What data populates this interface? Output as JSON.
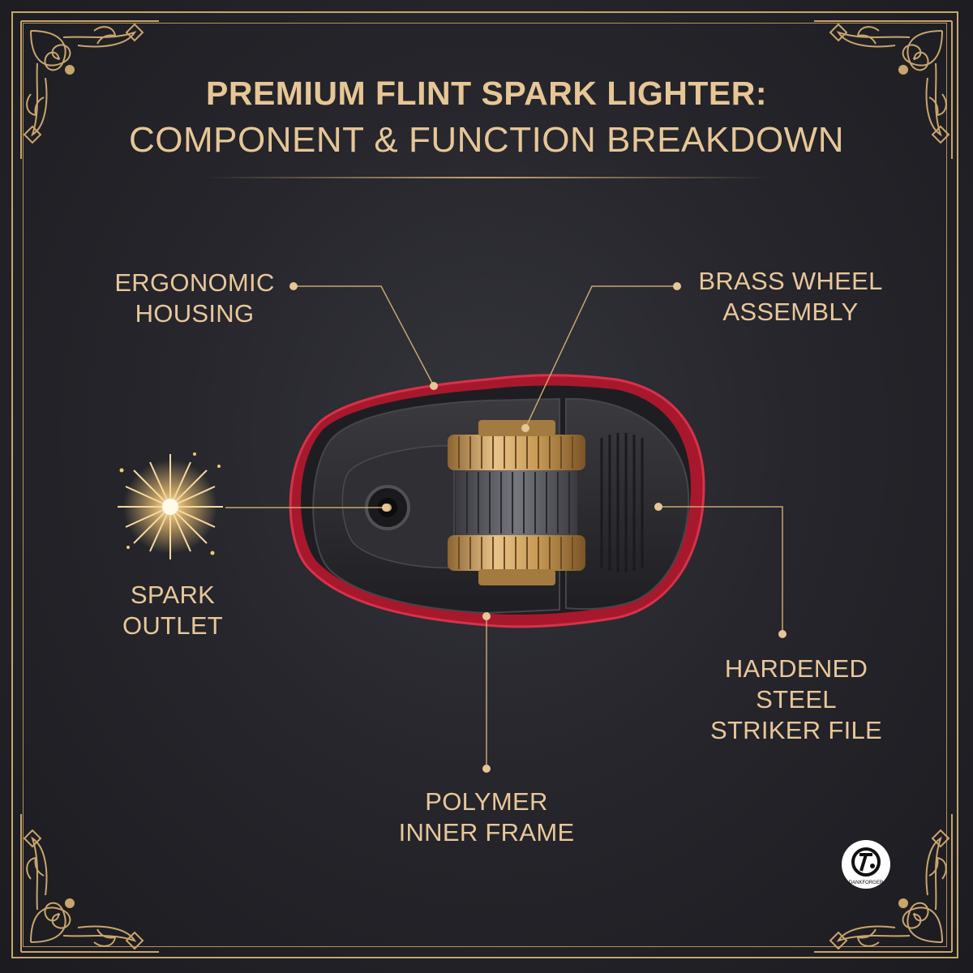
{
  "title": {
    "line1": "PREMIUM FLINT SPARK LIGHTER:",
    "line2": "COMPONENT & FUNCTION BREAKDOWN"
  },
  "callouts": {
    "housing": [
      "ERGONOMIC",
      "HOUSING"
    ],
    "wheel": [
      "BRASS WHEEL",
      "ASSEMBLY"
    ],
    "outlet": [
      "SPARK",
      "OUTLET"
    ],
    "striker": [
      "HARDENED",
      "STEEL",
      "STRIKER FILE"
    ],
    "frame": [
      "POLYMER",
      "INNER FRAME"
    ]
  },
  "brand": {
    "name": "DANKFORGER"
  },
  "colors": {
    "background": "#26262c",
    "gold": "#e7c696",
    "housing_red": "#a8182c",
    "brass": "#c79a55",
    "body_black": "#2b2b2f"
  }
}
